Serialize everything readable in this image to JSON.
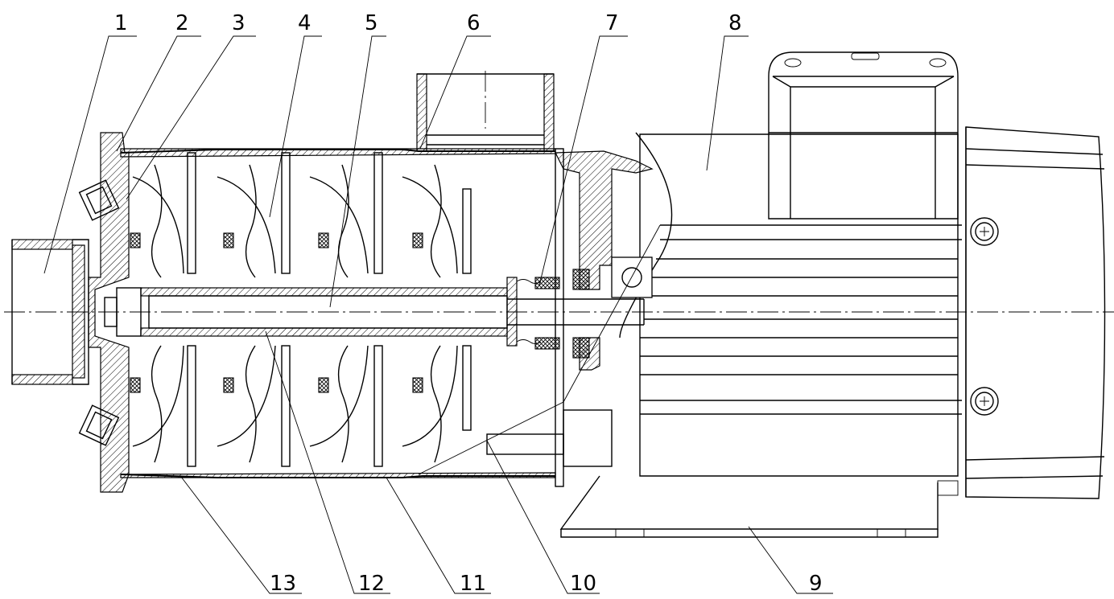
{
  "callouts": [
    {
      "label": "1"
    },
    {
      "label": "2"
    },
    {
      "label": "3"
    },
    {
      "label": "4"
    },
    {
      "label": "5"
    },
    {
      "label": "6"
    },
    {
      "label": "7"
    },
    {
      "label": "8"
    },
    {
      "label": "9"
    },
    {
      "label": "10"
    },
    {
      "label": "11"
    },
    {
      "label": "12"
    },
    {
      "label": "13"
    }
  ]
}
